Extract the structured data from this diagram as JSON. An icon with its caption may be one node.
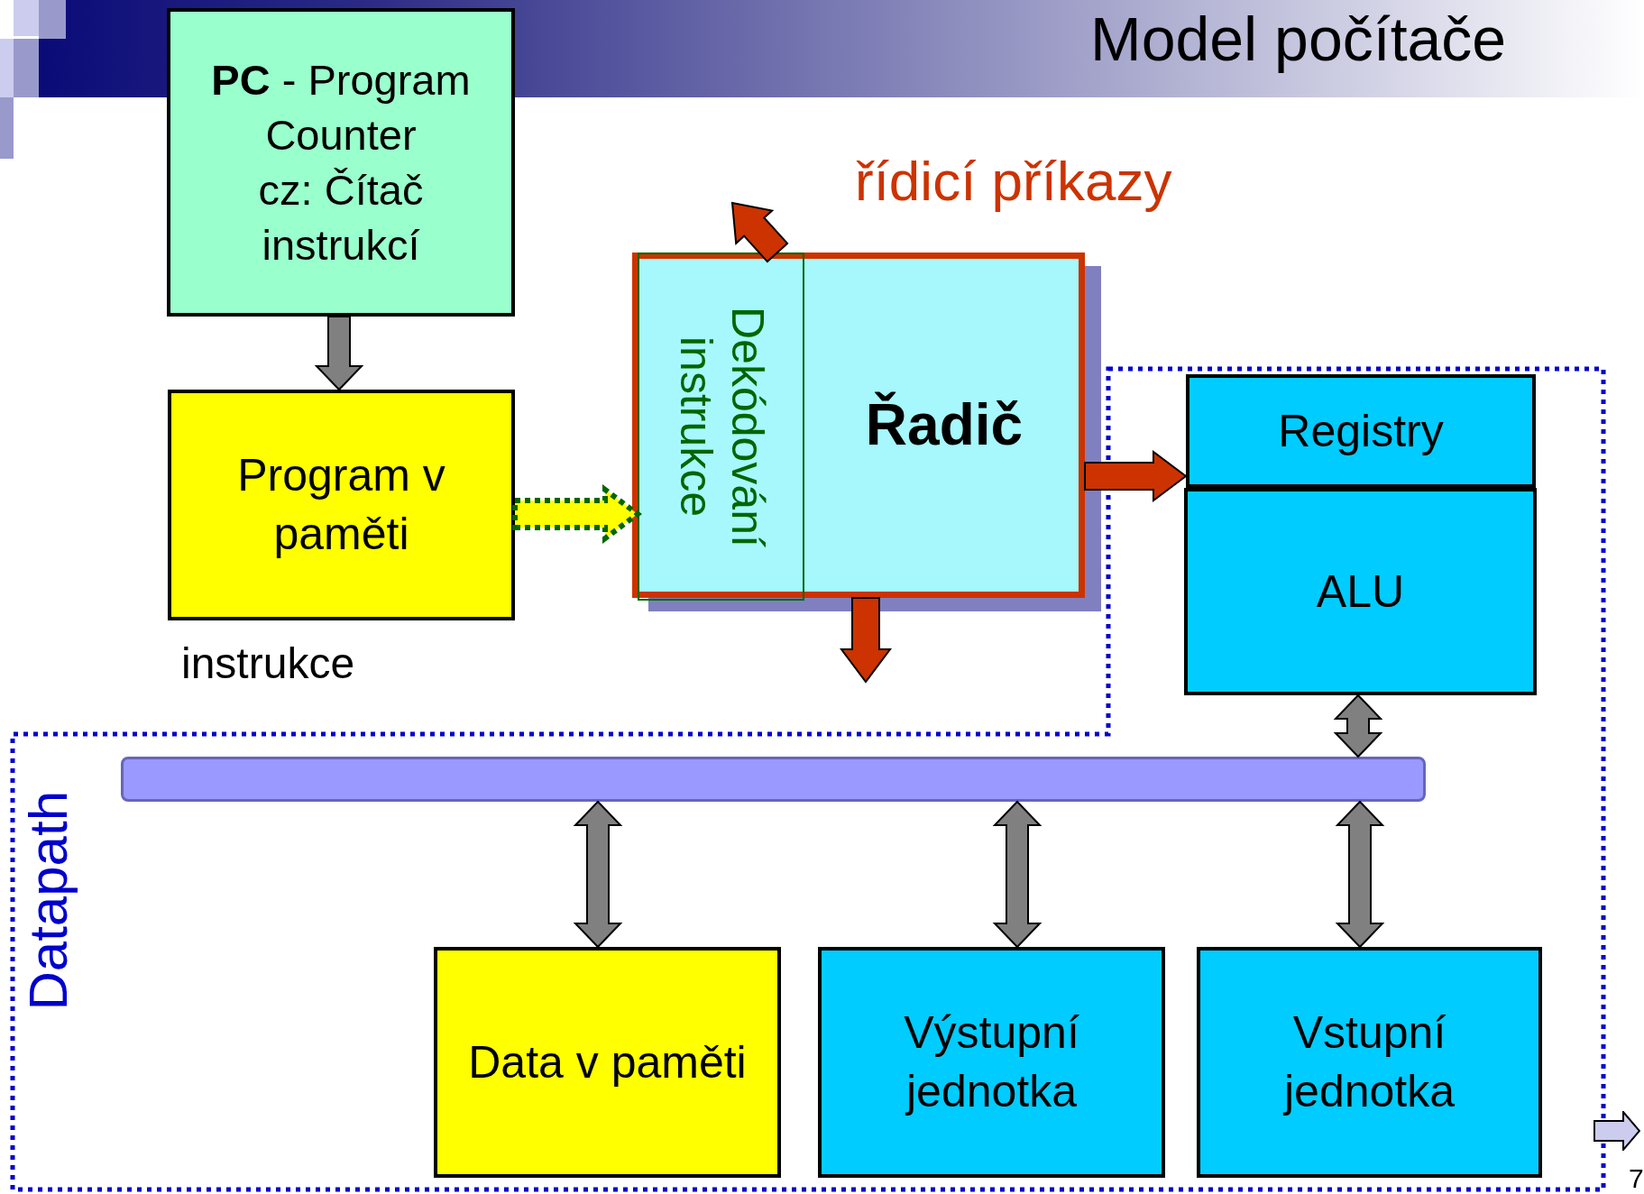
{
  "diagram": {
    "title": "Model počítače",
    "nodes": [
      {
        "text": [
          "**PC** - Program Counter",
          "cz: Čítač instrukcí"
        ]
      },
      {
        "text": [
          "Program v paměti"
        ]
      },
      {
        "text": [
          "Řadič"
        ]
      },
      {
        "text": [
          "Dekódování instrukce"
        ],
        "in": 2
      },
      {
        "text": [
          "Datapath"
        ]
      },
      {
        "text": [
          "Registry"
        ],
        "in": 4
      },
      {
        "text": [
          "ALU"
        ],
        "in": 4
      },
      {
        "text": [],
        "shape": "bar",
        "in": 4
      },
      {
        "text": [
          "Data v paměti"
        ],
        "in": 4
      },
      {
        "text": [
          "Výstupní jednotka"
        ],
        "in": 4
      },
      {
        "text": [
          "Vstupní jednotka"
        ],
        "in": 4
      }
    ],
    "edges": [
      {
        "from": 0,
        "to": 1,
        "arrow": "to"
      },
      {
        "from": 1,
        "to": 3,
        "arrow": "to",
        "style": "dashed",
        "color": "#ffff00"
      },
      {
        "from": 2,
        "to": null,
        "arrow": "to",
        "color": "#cc3300"
      },
      {
        "from": 2,
        "to": null,
        "arrow": "to",
        "color": "#cc3300"
      },
      {
        "from": 2,
        "to": 5,
        "arrow": "to",
        "color": "#cc3300"
      },
      {
        "from": 6,
        "to": 7,
        "arrow": "both"
      },
      {
        "from": 7,
        "to": 8,
        "arrow": "both"
      },
      {
        "from": 7,
        "to": 9,
        "arrow": "both"
      },
      {
        "from": 7,
        "to": 10,
        "arrow": "both"
      }
    ],
    "labels": [
      "instrukce",
      "řídicí příkazy",
      "7"
    ]
  }
}
